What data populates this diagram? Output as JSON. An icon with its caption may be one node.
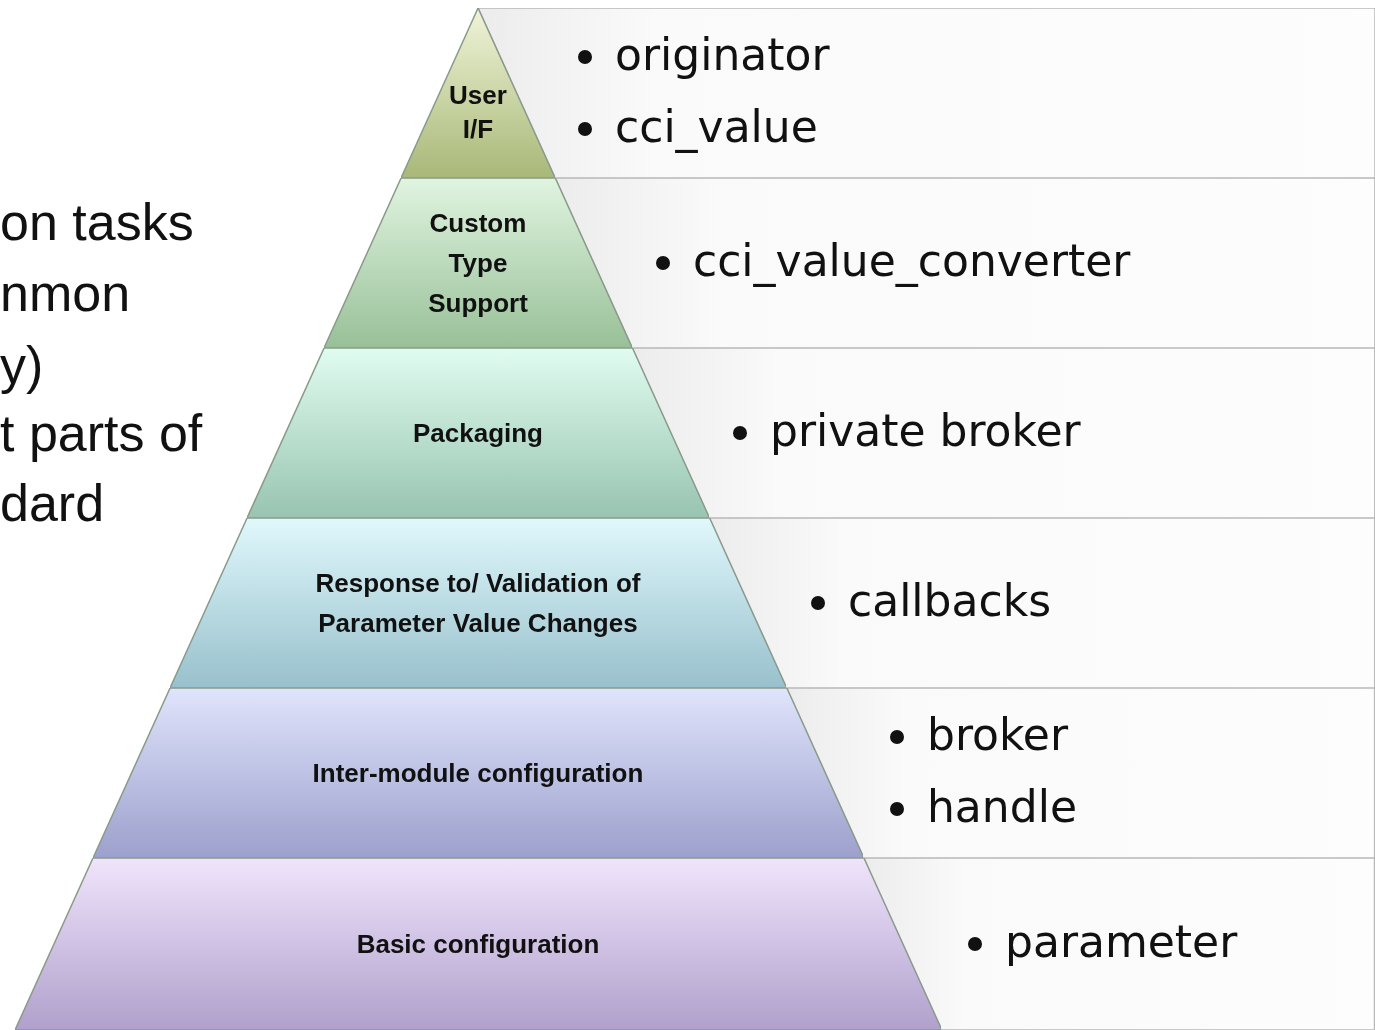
{
  "diagram": {
    "nodes": [
      {
        "text": [
          "User I/F"
        ]
      },
      {
        "text": [
          "originator",
          "cci_value"
        ]
      },
      {
        "text": [
          "Custom Type Support"
        ]
      },
      {
        "text": [
          "cci_value_converter"
        ]
      },
      {
        "text": [
          "Packaging"
        ]
      },
      {
        "text": [
          "private broker"
        ]
      },
      {
        "text": [
          "Response to/ Validation of Parameter Value Changes"
        ]
      },
      {
        "text": [
          "callbacks"
        ]
      },
      {
        "text": [
          "Inter-module configuration"
        ]
      },
      {
        "text": [
          "broker",
          "handle"
        ]
      },
      {
        "text": [
          "Basic configuration"
        ]
      },
      {
        "text": [
          "parameter"
        ]
      }
    ],
    "labels": [
      "on tasks",
      "nmon",
      "y)",
      "t parts of",
      "dard"
    ]
  }
}
